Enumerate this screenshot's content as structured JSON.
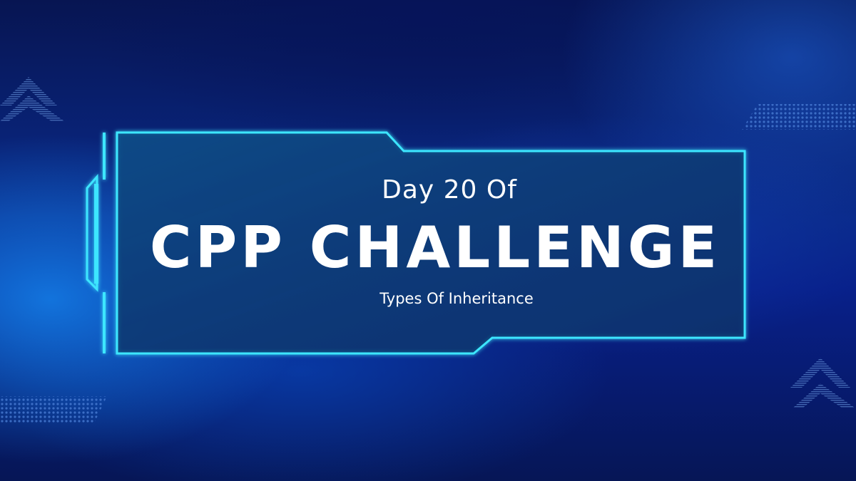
{
  "slide": {
    "kicker": "Day 20 Of",
    "title": "CPP CHALLENGE",
    "subtitle": "Types Of Inheritance"
  },
  "colors": {
    "accent": "#3ee6ff",
    "background": "#071552",
    "text": "#ffffff"
  },
  "decorations": [
    "chevron-up-icon",
    "dot-pattern",
    "hud-frame"
  ]
}
